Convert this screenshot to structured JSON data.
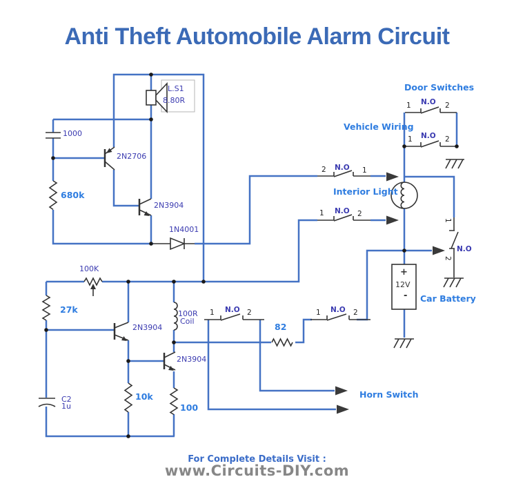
{
  "title": "Anti Theft Automobile Alarm Circuit",
  "footer": {
    "line1": "For Complete Details Visit :",
    "line2": "www.Circuits-DIY.com"
  },
  "colors": {
    "wire": "#4472C4",
    "component": "#333333",
    "label_indigo": "#3A3AB0",
    "label_blue": "#2F7DE0",
    "title_blue": "#3B6AB6",
    "footer_gray": "#878787"
  },
  "sections": {
    "door_switches": "Door Switches",
    "vehicle_wiring": "Vehicle Wiring",
    "interior_light": "Interior Light",
    "car_battery": "Car Battery",
    "horn_switch": "Horn Switch"
  },
  "sw": {
    "no": "N.O",
    "one": "1",
    "two": "2"
  },
  "components": {
    "speaker": {
      "name": "L.S1",
      "value": "8.80R"
    },
    "cap1": {
      "value": "1000"
    },
    "q_pnp": {
      "part": "2N2706"
    },
    "r_680k": {
      "value": "680k"
    },
    "q_top": {
      "part": "2N3904"
    },
    "diode": {
      "part": "1N4001"
    },
    "pot": {
      "value": "100K"
    },
    "r_27k": {
      "value": "27k"
    },
    "q_left": {
      "part": "2N3904"
    },
    "coil": {
      "value": "100R",
      "label2": "Coil"
    },
    "q_right": {
      "part": "2N3904"
    },
    "r_10k": {
      "value": "10k"
    },
    "r_100": {
      "value": "100"
    },
    "r_82": {
      "value": "82"
    },
    "cap2": {
      "name": "C2",
      "value": "1u"
    },
    "battery": {
      "plus": "+",
      "voltage": "12V",
      "minus": "-"
    }
  }
}
